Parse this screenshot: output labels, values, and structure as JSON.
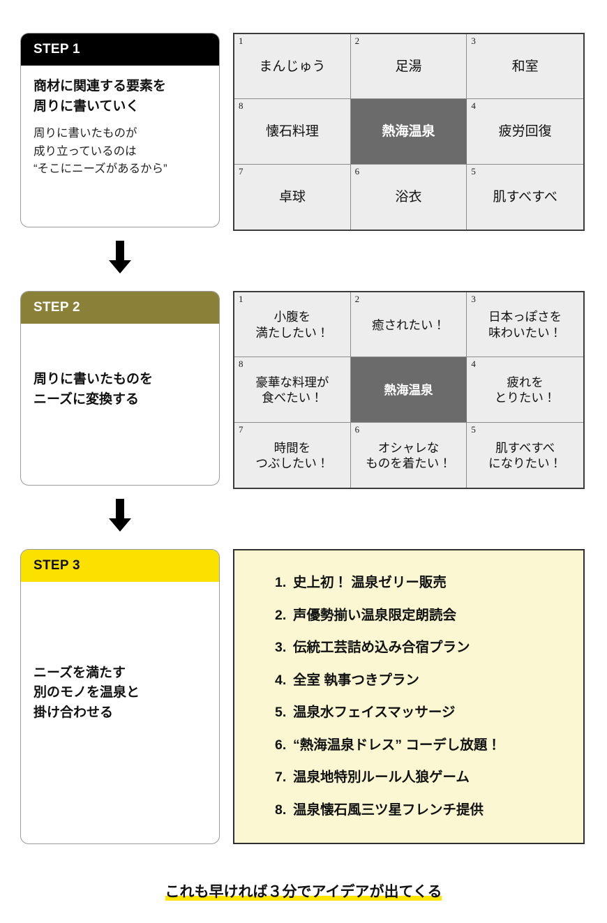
{
  "steps": [
    {
      "badge": "STEP 1",
      "title": "商材に関連する要素を\n周りに書いていく",
      "sub": "周りに書いたものが\n成り立っているのは\n“そこにニーズがあるから”",
      "badge_bg": "#000000",
      "badge_fg": "#ffffff"
    },
    {
      "badge": "STEP 2",
      "title": "周りに書いたものを\nニーズに変換する",
      "sub": "",
      "badge_bg": "#8a8038",
      "badge_fg": "#ffffff"
    },
    {
      "badge": "STEP 3",
      "title": "ニーズを満たす\n別のモノを温泉と\n掛け合わせる",
      "sub": "",
      "badge_bg": "#fae100",
      "badge_fg": "#111111"
    }
  ],
  "grid1": {
    "center_label": "熱海温泉",
    "center_bg": "#6b6b6b",
    "cell_bg": "#ededed",
    "cells": [
      {
        "num": "1",
        "text": "まんじゅう"
      },
      {
        "num": "2",
        "text": "足湯"
      },
      {
        "num": "3",
        "text": "和室"
      },
      {
        "num": "8",
        "text": "懐石料理"
      },
      {
        "num": "",
        "text": "熱海温泉"
      },
      {
        "num": "4",
        "text": "疲労回復"
      },
      {
        "num": "7",
        "text": "卓球"
      },
      {
        "num": "6",
        "text": "浴衣"
      },
      {
        "num": "5",
        "text": "肌すべすべ"
      }
    ]
  },
  "grid2": {
    "center_label": "熱海温泉",
    "center_bg": "#6b6b6b",
    "cell_bg": "#ededed",
    "cells": [
      {
        "num": "1",
        "text": "小腹を\n満たしたい！"
      },
      {
        "num": "2",
        "text": "癒されたい！"
      },
      {
        "num": "3",
        "text": "日本っぽさを\n味わいたい！"
      },
      {
        "num": "8",
        "text": "豪華な料理が\n食べたい！"
      },
      {
        "num": "",
        "text": "熱海温泉"
      },
      {
        "num": "4",
        "text": "疲れを\nとりたい！"
      },
      {
        "num": "7",
        "text": "時間を\nつぶしたい！"
      },
      {
        "num": "6",
        "text": "オシャレな\nものを着たい！"
      },
      {
        "num": "5",
        "text": "肌すべすべ\nになりたい！"
      }
    ]
  },
  "ideas": {
    "panel_bg": "#faf7d2",
    "items": [
      {
        "num": "1.",
        "text": "史上初！ 温泉ゼリー販売"
      },
      {
        "num": "2.",
        "text": "声優勢揃い温泉限定朗読会"
      },
      {
        "num": "3.",
        "text": "伝統工芸詰め込み合宿プラン"
      },
      {
        "num": "4.",
        "text": "全室 執事つきプラン"
      },
      {
        "num": "5.",
        "text": "温泉水フェイスマッサージ"
      },
      {
        "num": "6.",
        "text": "“熱海温泉ドレス” コーデし放題！"
      },
      {
        "num": "7.",
        "text": "温泉地特別ルール人狼ゲーム"
      },
      {
        "num": "8.",
        "text": "温泉懐石風三ツ星フレンチ提供"
      }
    ]
  },
  "footer": {
    "caption": "これも早ければ３分でアイデアが出てくる",
    "highlight_color": "#ffe500"
  }
}
